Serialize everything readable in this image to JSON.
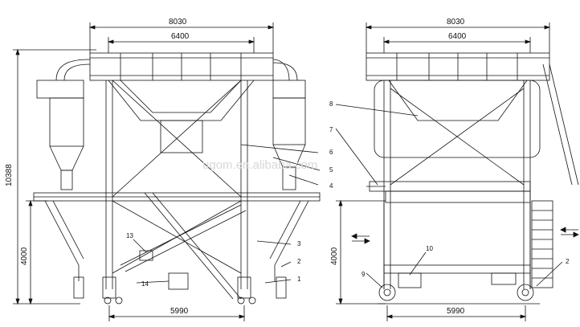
{
  "left_view": {
    "dims": {
      "top_overall": "8030",
      "top_inner": "6400",
      "bottom": "5990",
      "height_total": "10388",
      "height_lower": "4000"
    },
    "callouts": [
      "13",
      "14",
      "3",
      "2",
      "1",
      "4",
      "5",
      "6"
    ]
  },
  "right_view": {
    "dims": {
      "top_overall": "8030",
      "top_inner": "6400",
      "bottom": "5990",
      "height_lower": "4000"
    },
    "callouts": [
      "8",
      "7",
      "10",
      "9",
      "2"
    ]
  },
  "watermark": "ugom.en.alibaba.com"
}
